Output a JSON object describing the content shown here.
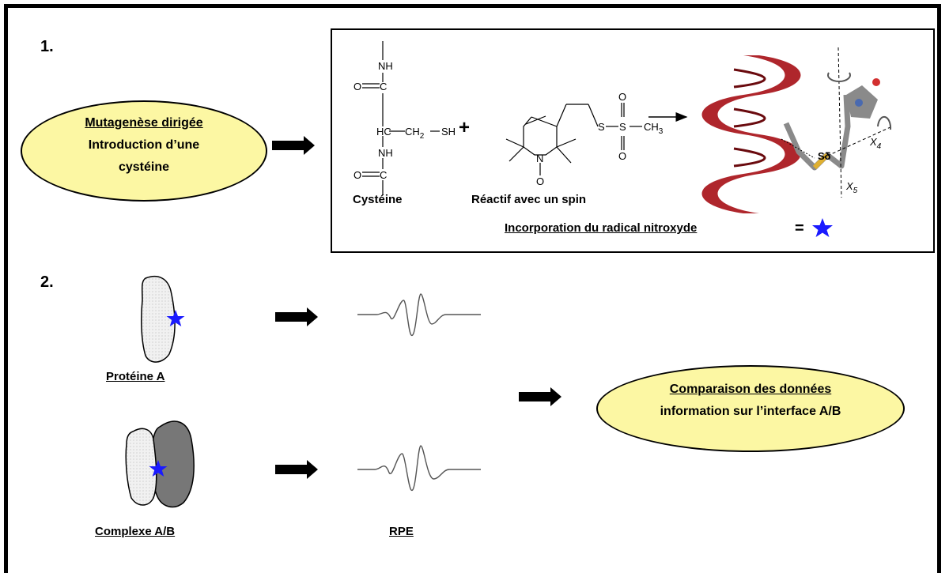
{
  "step1": {
    "number": "1.",
    "ellipse": {
      "title": "Mutagenèse dirigée",
      "line2": "Introduction d’une",
      "line3": "cystéine"
    },
    "cysteine_atoms": {
      "nh_top": "NH",
      "o_top": "O",
      "c_top": "C",
      "hc": "HC",
      "ch2": "CH",
      "ch2_sub": "2",
      "sh": "SH",
      "nh_bottom": "NH",
      "o_bottom": "O",
      "c_bottom": "C"
    },
    "reagent_atoms": {
      "s": "S",
      "s2": "S",
      "o_up": "O",
      "o_down": "O",
      "ch3": "CH",
      "ch3_sub": "3",
      "n": "N",
      "o_radical": "O"
    },
    "plus": "+",
    "cysteine_label": "Cystéine",
    "reagent_label": "Réactif avec un spin",
    "incorporation_label": "Incorporation du radical nitroxyde",
    "equals": "=",
    "helix_labels": {
      "s_delta": "Sδ",
      "chi4": "X",
      "chi4_sub": "4",
      "chi5": "X",
      "chi5_sub": "5"
    }
  },
  "step2": {
    "number": "2.",
    "protein_a_label": "Protéine A",
    "complex_label": "Complexe A/B",
    "rpe_label": "RPE",
    "comparison": {
      "title": "Comparaison des données",
      "line2": "information sur l’interface A/B"
    }
  },
  "colors": {
    "ellipse_fill": "#fcf7a3",
    "star": "#1a1aff",
    "helix": "#a8141a",
    "protein_light": "#ececec",
    "protein_dark": "#777777"
  }
}
